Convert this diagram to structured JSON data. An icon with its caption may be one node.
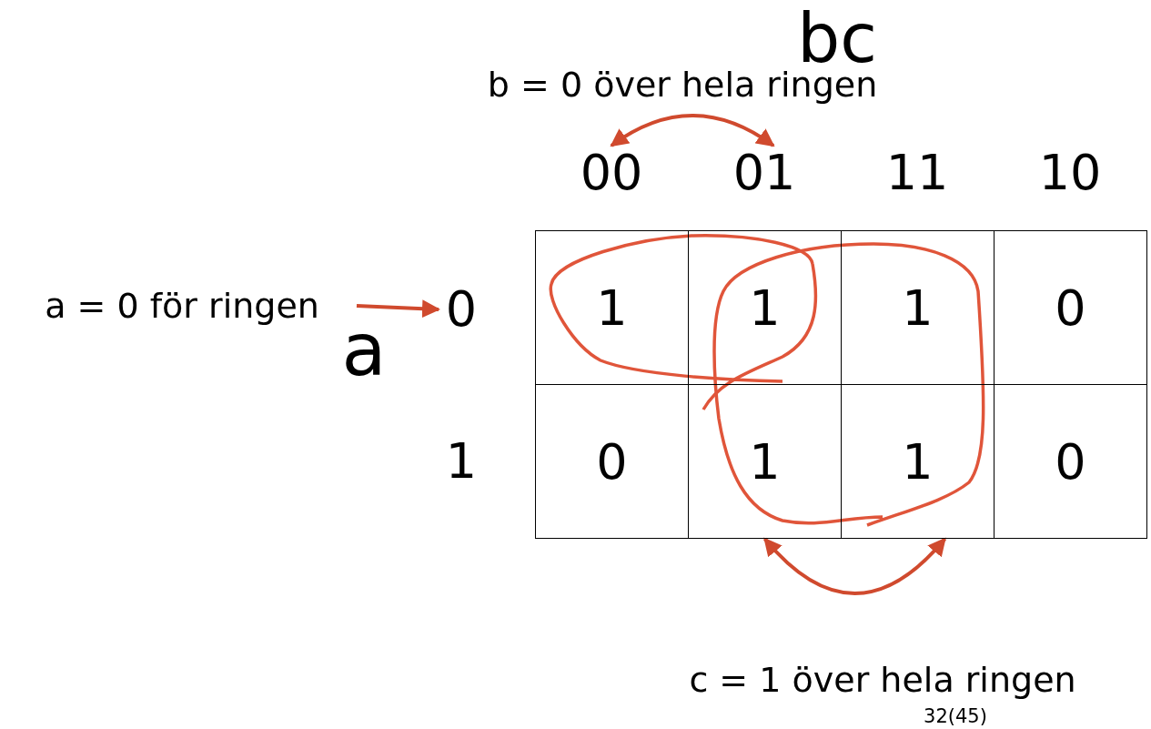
{
  "diagram": {
    "nodes": [
      {
        "text": [
          "00"
        ]
      },
      {
        "text": [
          "01"
        ]
      },
      {
        "text": [
          "11"
        ]
      },
      {
        "text": [
          "10"
        ]
      },
      {
        "text": [
          "a = 0 för ringen"
        ]
      },
      {
        "text": [
          "0"
        ]
      },
      {
        "text": [
          "1"
        ]
      },
      {
        "text": [
          "1"
        ]
      },
      {
        "text": [
          "1"
        ]
      },
      {
        "text": [
          "0"
        ]
      },
      {
        "text": [
          "1"
        ]
      },
      {
        "text": [
          "0"
        ]
      },
      {
        "text": [
          "1"
        ]
      },
      {
        "text": [
          "1"
        ]
      },
      {
        "text": [
          "0"
        ]
      }
    ],
    "edges": [
      {
        "from": 4,
        "to": 5,
        "arrow": "to",
        "color": "#d04a2e"
      },
      {
        "from": 0,
        "to": 1,
        "arrow": "both",
        "color": "#d04a2e"
      },
      {
        "from": 12,
        "to": 13,
        "arrow": "both",
        "color": "#d04a2e"
      }
    ],
    "labels": [
      "bc",
      "b = 0 över hela ringen",
      "a",
      "c = 1 över hela ringen",
      "32(45)"
    ]
  }
}
